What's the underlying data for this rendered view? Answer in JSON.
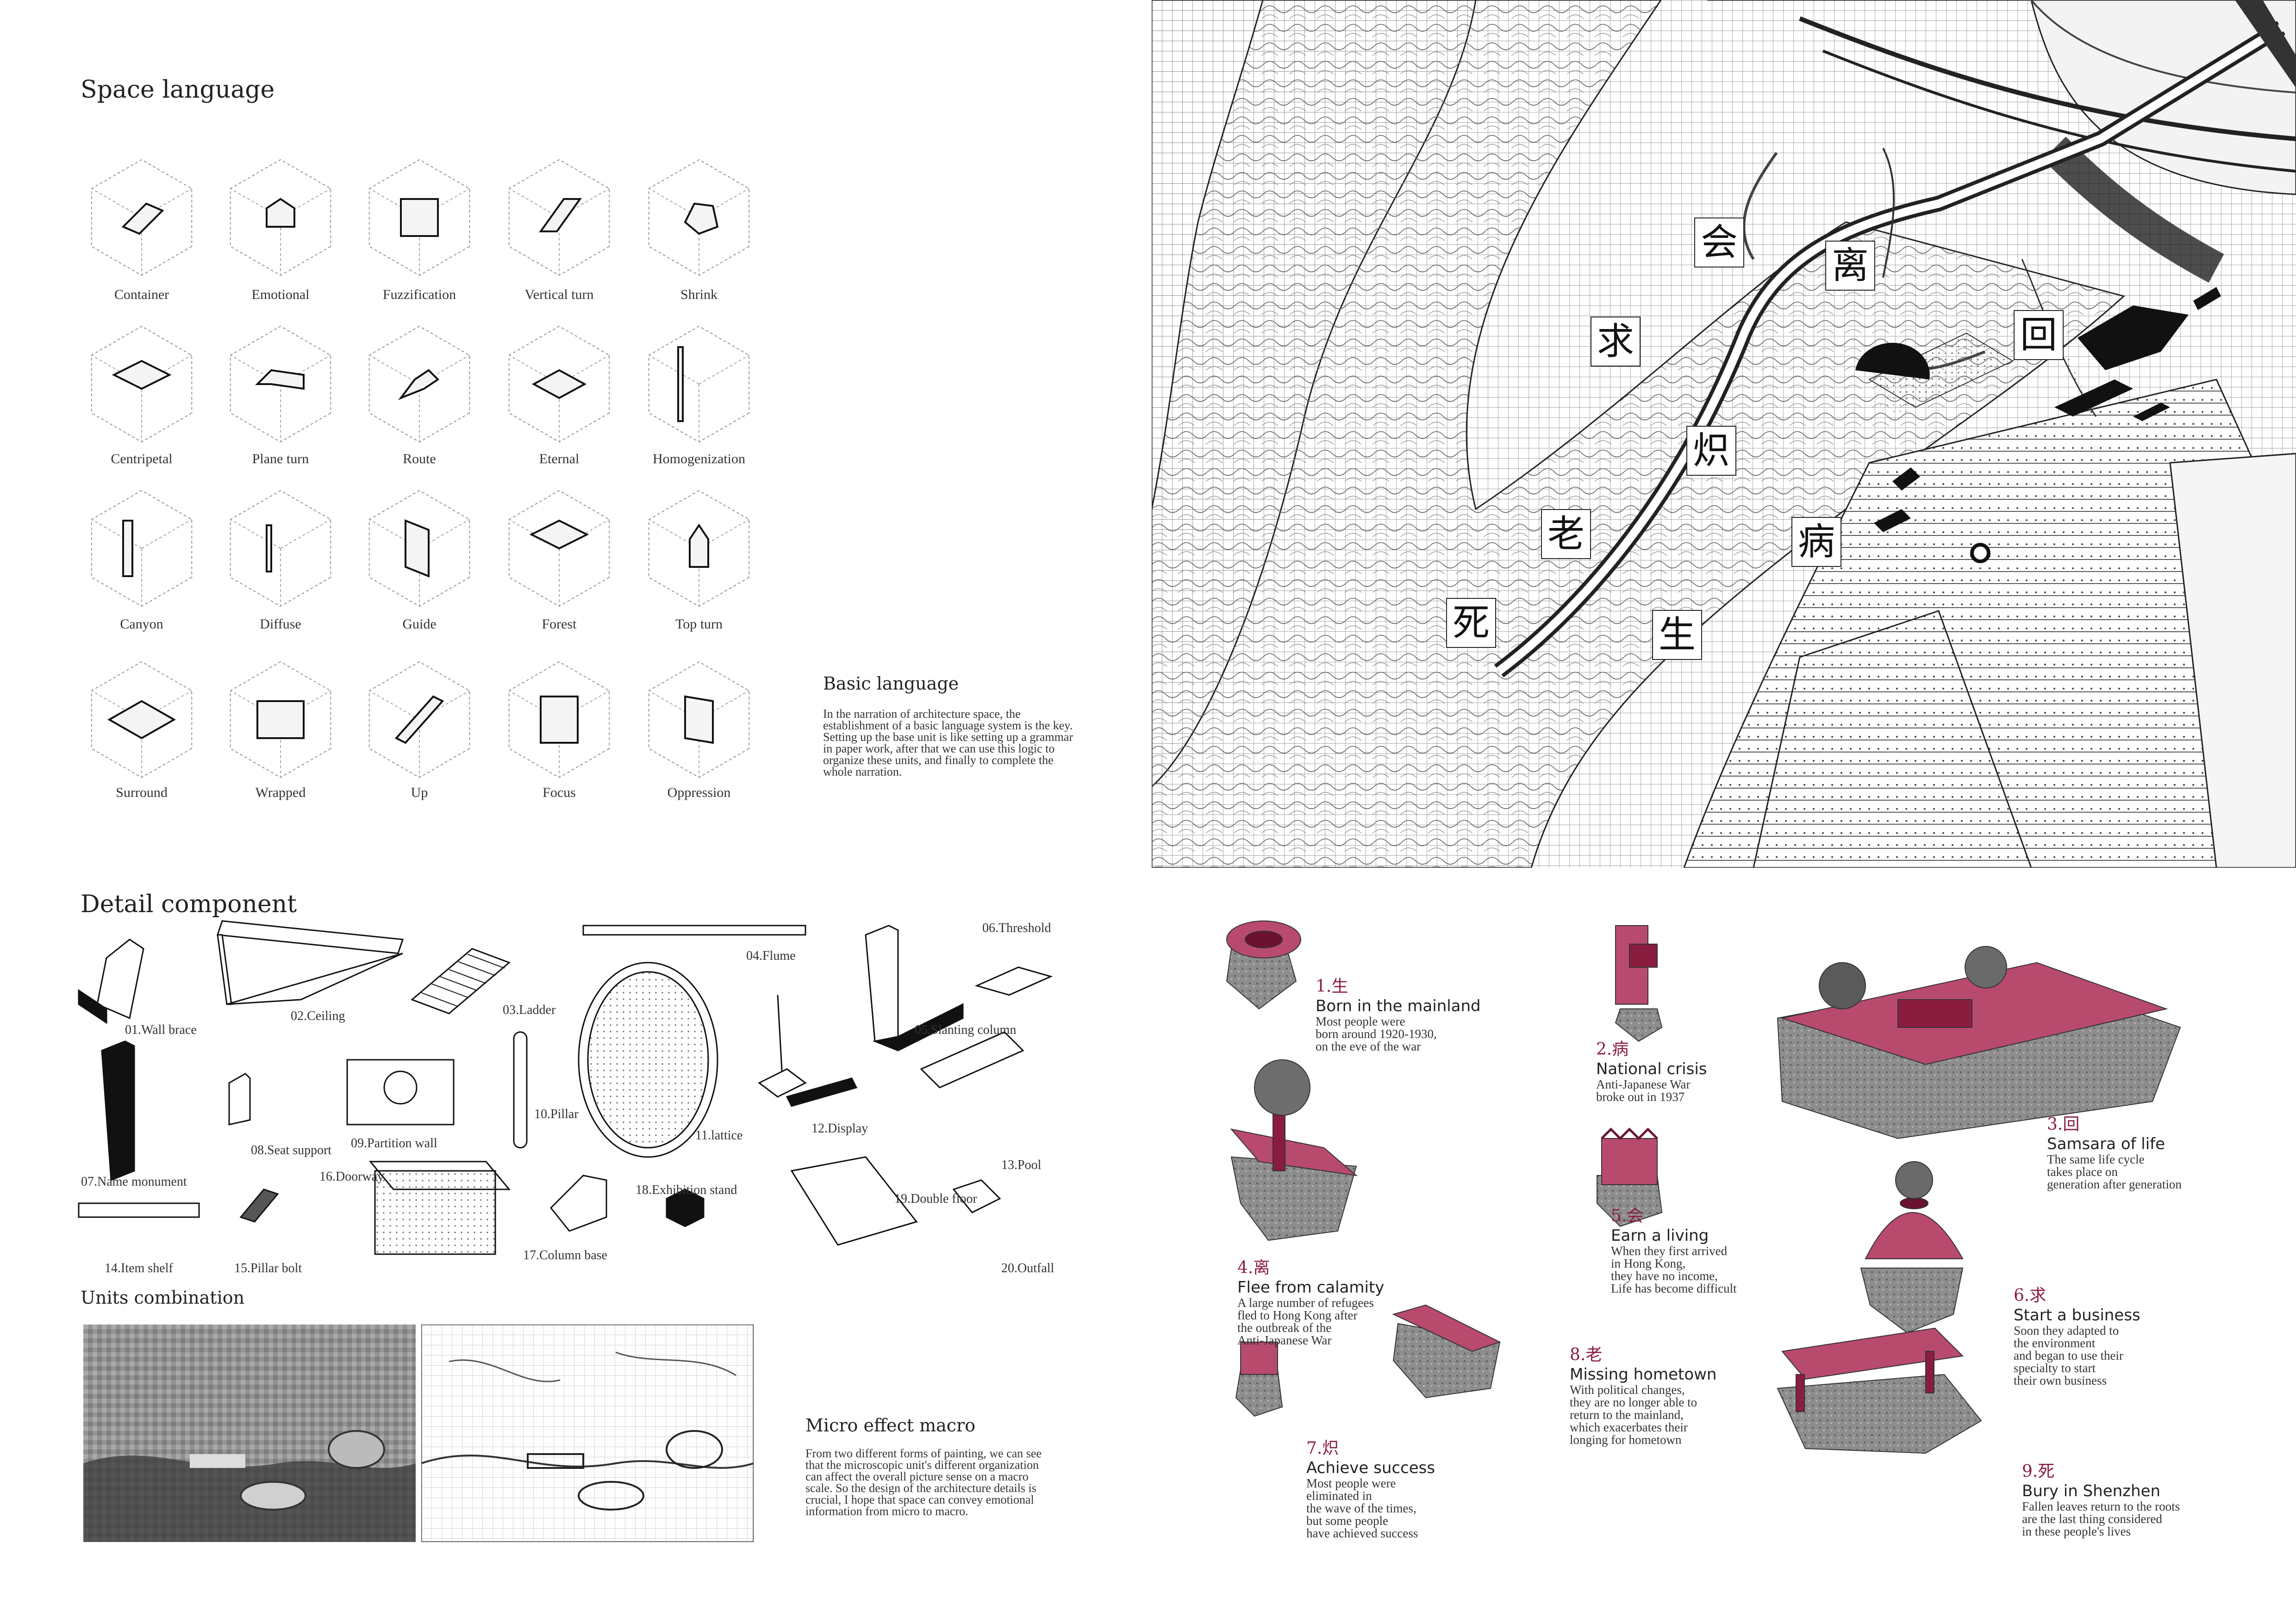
{
  "space_language": {
    "title": "Space language",
    "units": [
      "Container",
      "Emotional",
      "Fuzzification",
      "Vertical turn",
      "Shrink",
      "Centripetal",
      "Plane turn",
      "Route",
      "Eternal",
      "Homogenization",
      "Canyon",
      "Diffuse",
      "Guide",
      "Forest",
      "Top turn",
      "Surround",
      "Wrapped",
      "Up",
      "Focus",
      "Oppression"
    ]
  },
  "basic_language": {
    "title": "Basic language",
    "text": "In the narration of architecture space, the establishment of a basic language system is the key. Setting up the base unit is like setting up a grammar in paper work, after that we can use this logic to organize these units, and finally to complete the whole narration."
  },
  "detail_component": {
    "title": "Detail component",
    "items": [
      "01.Wall brace",
      "02.Ceiling",
      "03.Ladder",
      "04.Flume",
      "05.Slanting column",
      "06.Threshold",
      "07.Name monument",
      "08.Seat support",
      "09.Partition wall",
      "10.Pillar",
      "11.lattice",
      "12.Display",
      "13.Pool",
      "14.Item shelf",
      "15.Pillar bolt",
      "16.Doorway",
      "17.Column base",
      "18.Exhibition stand",
      "19.Double floor",
      "20.Outfall"
    ]
  },
  "units_combination": {
    "title": "Units combination"
  },
  "micro_effect": {
    "title": "Micro effect macro",
    "text": "From two different forms of painting, we can see that the microscopic unit's different organization can affect the overall picture sense on a macro scale. So the design of the architecture details is crucial, I hope that space can convey emotional information from micro to macro."
  },
  "site_glyphs": [
    "会",
    "离",
    "求",
    "回",
    "炽",
    "老",
    "病",
    "死",
    "生"
  ],
  "stages": [
    {
      "num": "1.生",
      "title": "Born in the mainland",
      "text": [
        "Most people were",
        "born around 1920-1930,",
        "on the eve of the war"
      ]
    },
    {
      "num": "2.病",
      "title": "National crisis",
      "text": [
        "Anti-Japanese War",
        "broke out in 1937"
      ]
    },
    {
      "num": "3.回",
      "title": "Samsara of life",
      "text": [
        "The same life cycle",
        "takes place on",
        "generation after generation"
      ]
    },
    {
      "num": "4.离",
      "title": "Flee from calamity",
      "text": [
        "A large number of refugees",
        "fled to Hong Kong after",
        "the outbreak of the",
        "Anti-Japanese War"
      ]
    },
    {
      "num": "5.会",
      "title": "Earn a living",
      "text": [
        "When they first arrived",
        "in Hong Kong,",
        "they have no income,",
        "Life has become difficult"
      ]
    },
    {
      "num": "6.求",
      "title": "Start a business",
      "text": [
        "Soon they adapted to",
        "the environment",
        "and began to use their",
        "specialty to start",
        "their own business"
      ]
    },
    {
      "num": "7.炽",
      "title": "Achieve success",
      "text": [
        "Most people were",
        "eliminated in",
        "the wave of the times,",
        "but some people",
        "have achieved success"
      ]
    },
    {
      "num": "8.老",
      "title": "Missing hometown",
      "text": [
        "With political changes,",
        "they are no longer able to",
        "return to the mainland,",
        "which exacerbates their",
        "longing for hometown"
      ]
    },
    {
      "num": "9.死",
      "title": "Bury in Shenzhen",
      "text": [
        "Fallen leaves return to the roots",
        "are the last thing considered",
        "in these people's lives"
      ]
    }
  ],
  "colors": {
    "accent": "#b84a6e",
    "accent_dark": "#8a1d3f",
    "ink": "#222222",
    "rock": "#8a8a8a"
  }
}
